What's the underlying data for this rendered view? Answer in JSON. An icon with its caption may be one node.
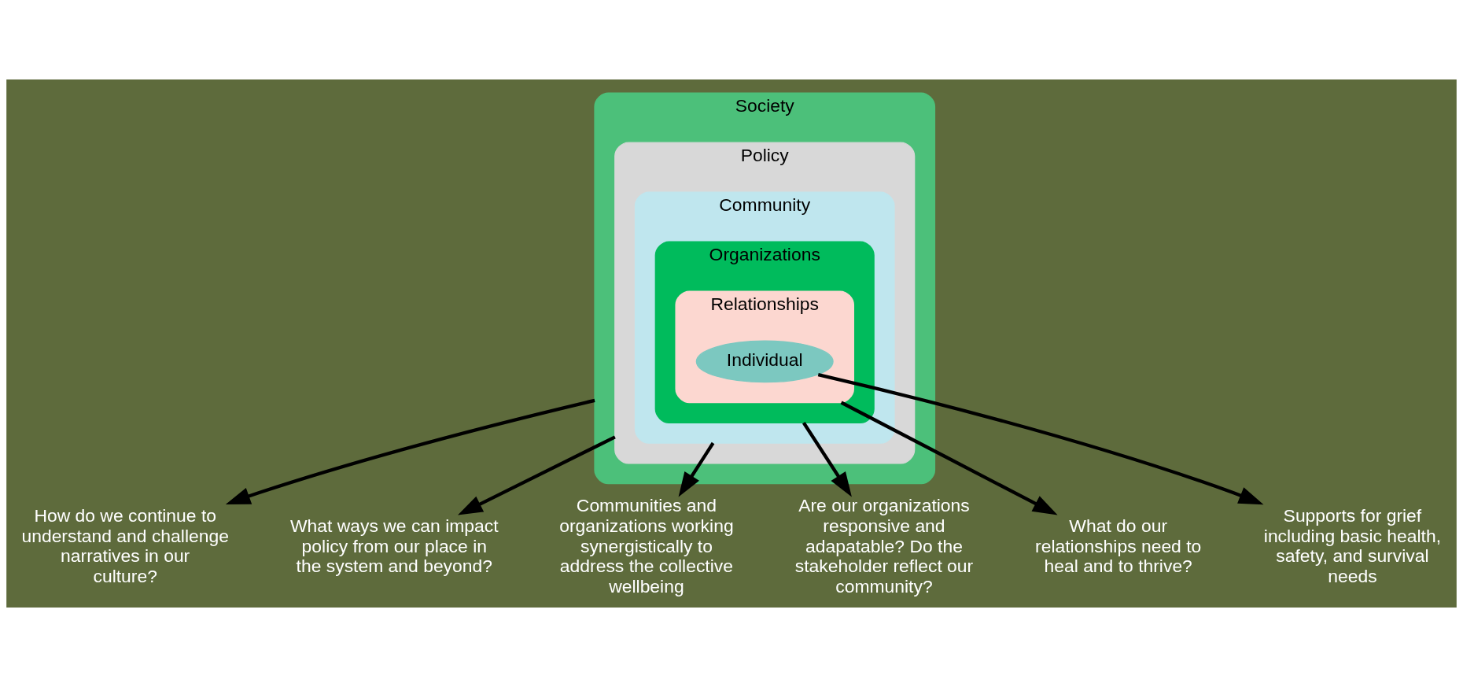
{
  "diagram": {
    "nodes": [
      {
        "text": [
          "Society"
        ]
      },
      {
        "text": [
          "Policy"
        ],
        "in": 0
      },
      {
        "text": [
          "Community"
        ],
        "in": 1
      },
      {
        "text": [
          "Organizations"
        ],
        "in": 2
      },
      {
        "text": [
          "Relationships"
        ],
        "in": 3
      },
      {
        "text": [
          "Individual"
        ],
        "in": 4
      },
      {
        "text": [
          "How do we continue to understand and challenge narratives in our culture?"
        ]
      },
      {
        "text": [
          "What ways we can impact policy from our place in the system and beyond?"
        ]
      },
      {
        "text": [
          "Communities and organizations working synergistically to address the collective wellbeing"
        ]
      },
      {
        "text": [
          "Are our organizations responsive and adapatable? Do the stakeholder reflect our community?"
        ]
      },
      {
        "text": [
          "What do our relationships need to heal and to thrive?"
        ]
      },
      {
        "text": [
          "Supports for grief including basic health, safety, and survival needs"
        ]
      }
    ],
    "edges": [
      {
        "from": 0,
        "to": 6,
        "arrow": "to"
      },
      {
        "from": 1,
        "to": 7,
        "arrow": "to"
      },
      {
        "from": 2,
        "to": 8,
        "arrow": "to"
      },
      {
        "from": 3,
        "to": 9,
        "arrow": "to"
      },
      {
        "from": 4,
        "to": 10,
        "arrow": "to"
      },
      {
        "from": 5,
        "to": 11,
        "arrow": "to"
      }
    ]
  }
}
